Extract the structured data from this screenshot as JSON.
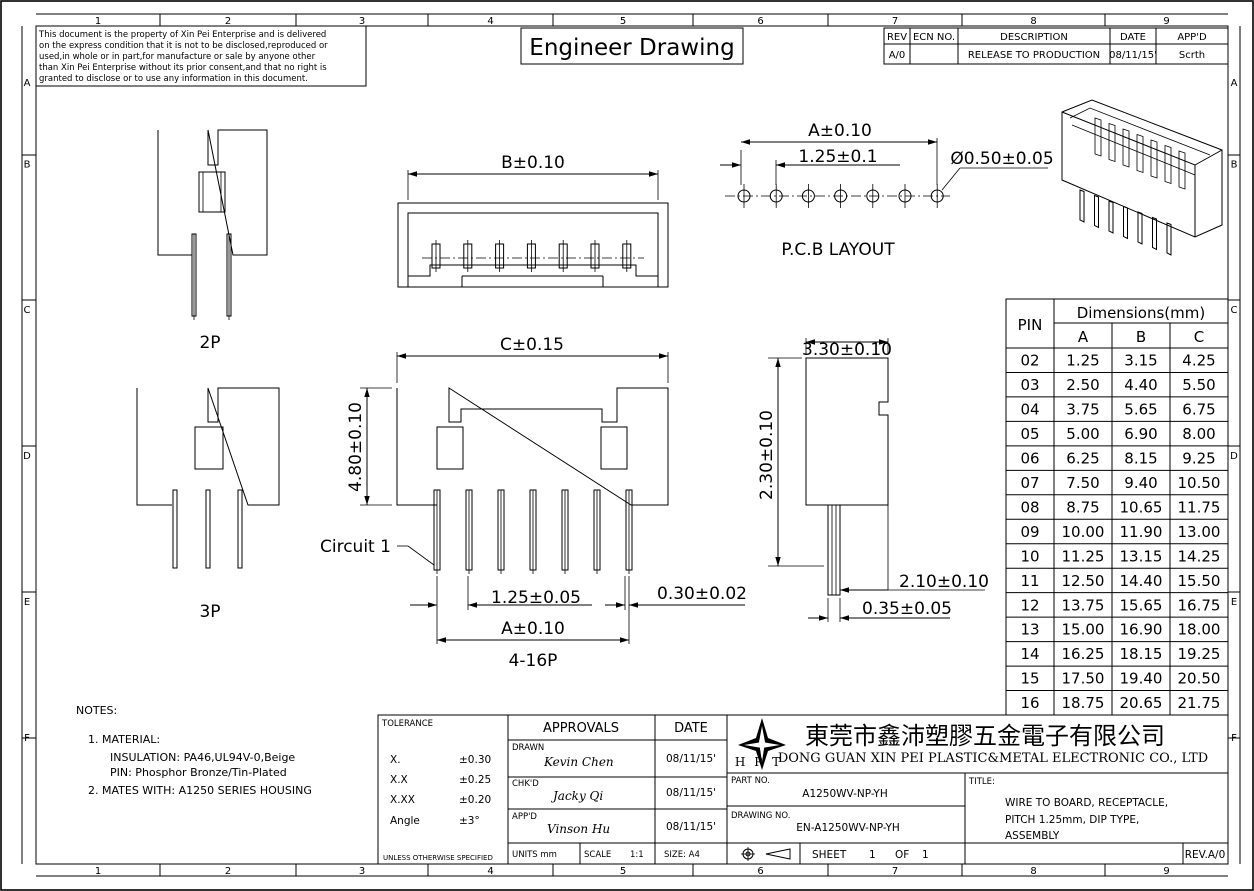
{
  "border": {
    "columns": [
      "1",
      "2",
      "3",
      "4",
      "5",
      "6",
      "7",
      "8",
      "9"
    ],
    "rows": [
      "A",
      "B",
      "C",
      "D",
      "E",
      "F"
    ]
  },
  "disclaimer": [
    "This document is the property of Xin Pei Enterprise and is delivered",
    "on the express condition that it is not to be disclosed,reproduced or",
    "used,in whole or in part,for manufacture or sale by anyone other",
    "than Xin Pei Enterprise without its prior consent,and that no right is",
    "granted to disclose or to use any information in this document."
  ],
  "title": "Engineer Drawing",
  "revision_block": {
    "headers": {
      "rev": "REV",
      "ecn": "ECN NO.",
      "description": "DESCRIPTION",
      "date": "DATE",
      "approved": "APP'D"
    },
    "row": {
      "rev": "A/0",
      "ecn": "",
      "description": "RELEASE TO PRODUCTION",
      "date": "08/11/15'",
      "approved": "Scrth"
    }
  },
  "views": {
    "label_2p": "2P",
    "label_3p": "3P",
    "label_range": "4-16P",
    "pcb_layout": "P.C.B LAYOUT",
    "circuit_1": "Circuit 1"
  },
  "dimensions": {
    "b": "B±0.10",
    "a_pcb": "A±0.10",
    "pitch_pcb": "1.25±0.1",
    "hole": "Ø0.50±0.05",
    "c": "C±0.15",
    "height_body": "4.80±0.10",
    "pitch_front": "1.25±0.05",
    "pin_width": "0.30±0.02",
    "a_front": "A±0.10",
    "depth": "3.30±0.10",
    "side_height": "2.30±0.10",
    "pin_length": "2.10±0.10",
    "pin_side": "0.35±0.05"
  },
  "dimensions_table": {
    "pin_header": "PIN",
    "group_header": "Dimensions(mm)",
    "columns": [
      "A",
      "B",
      "C"
    ],
    "rows": [
      [
        "02",
        "1.25",
        "3.15",
        "4.25"
      ],
      [
        "03",
        "2.50",
        "4.40",
        "5.50"
      ],
      [
        "04",
        "3.75",
        "5.65",
        "6.75"
      ],
      [
        "05",
        "5.00",
        "6.90",
        "8.00"
      ],
      [
        "06",
        "6.25",
        "8.15",
        "9.25"
      ],
      [
        "07",
        "7.50",
        "9.40",
        "10.50"
      ],
      [
        "08",
        "8.75",
        "10.65",
        "11.75"
      ],
      [
        "09",
        "10.00",
        "11.90",
        "13.00"
      ],
      [
        "10",
        "11.25",
        "13.15",
        "14.25"
      ],
      [
        "11",
        "12.50",
        "14.40",
        "15.50"
      ],
      [
        "12",
        "13.75",
        "15.65",
        "16.75"
      ],
      [
        "13",
        "15.00",
        "16.90",
        "18.00"
      ],
      [
        "14",
        "16.25",
        "18.15",
        "19.25"
      ],
      [
        "15",
        "17.50",
        "19.40",
        "20.50"
      ],
      [
        "16",
        "18.75",
        "20.65",
        "21.75"
      ]
    ]
  },
  "notes": {
    "heading": "NOTES:",
    "lines": [
      "1. MATERIAL:",
      "INSULATION: PA46,UL94V-0,Beige",
      "PIN: Phosphor Bronze/Tin-Plated",
      "2. MATES WITH: A1250 SERIES HOUSING"
    ]
  },
  "title_block": {
    "tolerance_label": "TOLERANCE",
    "tolerances": [
      [
        "X.",
        "±0.30"
      ],
      [
        "X.X",
        "±0.25"
      ],
      [
        "X.XX",
        "±0.20"
      ],
      [
        "Angle",
        "±3°"
      ]
    ],
    "unless_specified": "UNLESS OTHERWISE SPECIFIED",
    "approvals_label": "APPROVALS",
    "date_label": "DATE",
    "drawn_label": "DRAWN",
    "drawn_by": "Kevin Chen",
    "drawn_date": "08/11/15'",
    "checked_label": "CHK'D",
    "checked_by": "Jacky Qi",
    "checked_date": "08/11/15'",
    "approved_label": "APP'D",
    "approved_by": "Vinson Hu",
    "approved_date": "08/11/15'",
    "units_label": "UNITS mm",
    "scale_label": "SCALE",
    "scale_value": "1:1",
    "size_label": "SIZE: A4",
    "company_cn": "東莞市鑫沛塑膠五金電子有限公司",
    "company_en": "DONG GUAN XIN PEI PLASTIC&METAL ELECTRONIC CO., LTD",
    "logo_letters": "HRT",
    "part_no_label": "PART NO.",
    "part_no": "A1250WV-NP-YH",
    "drawing_no_label": "DRAWING NO.",
    "drawing_no": "EN-A1250WV-NP-YH",
    "title_label": "TITLE:",
    "title_lines": [
      "WIRE TO BOARD, RECEPTACLE,",
      "PITCH 1.25mm, DIP TYPE,",
      "ASSEMBLY"
    ],
    "sheet_label": "SHEET",
    "sheet_num": "1",
    "of_label": "OF",
    "sheet_total": "1",
    "rev": "REV.A/0"
  }
}
